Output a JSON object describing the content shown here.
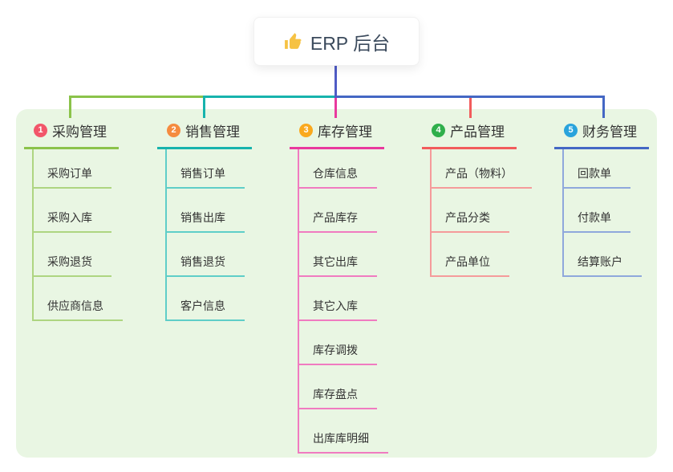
{
  "root": {
    "label": "ERP 后台",
    "icon": "thumbs-up-icon",
    "icon_color": "#f6c243"
  },
  "branches": [
    {
      "index": "1",
      "label": "采购管理",
      "badge_color": "#f2566a",
      "color": "#8bc34a",
      "light_color": "#aed581",
      "children": [
        "采购订单",
        "采购入库",
        "采购退货",
        "供应商信息"
      ]
    },
    {
      "index": "2",
      "label": "销售管理",
      "badge_color": "#f58b3f",
      "color": "#17b3ad",
      "light_color": "#5fcec8",
      "children": [
        "销售订单",
        "销售出库",
        "销售退货",
        "客户信息"
      ]
    },
    {
      "index": "3",
      "label": "库存管理",
      "badge_color": "#faa91e",
      "color": "#e9399e",
      "light_color": "#f07bc0",
      "children": [
        "仓库信息",
        "产品库存",
        "其它出库",
        "其它入库",
        "库存调拨",
        "库存盘点",
        "出库库明细"
      ]
    },
    {
      "index": "4",
      "label": "产品管理",
      "badge_color": "#2faf4b",
      "color": "#f25c5c",
      "light_color": "#f59b9b",
      "children": [
        "产品（物料）",
        "产品分类",
        "产品单位"
      ]
    },
    {
      "index": "5",
      "label": "财务管理",
      "badge_color": "#29a3dc",
      "color": "#4467c4",
      "light_color": "#8fa8dc",
      "children": [
        "回款单",
        "付款单",
        "结算账户"
      ]
    }
  ],
  "colors": {
    "panel_bg": "#e9f6e3",
    "root_line": "#4f5bc5"
  }
}
